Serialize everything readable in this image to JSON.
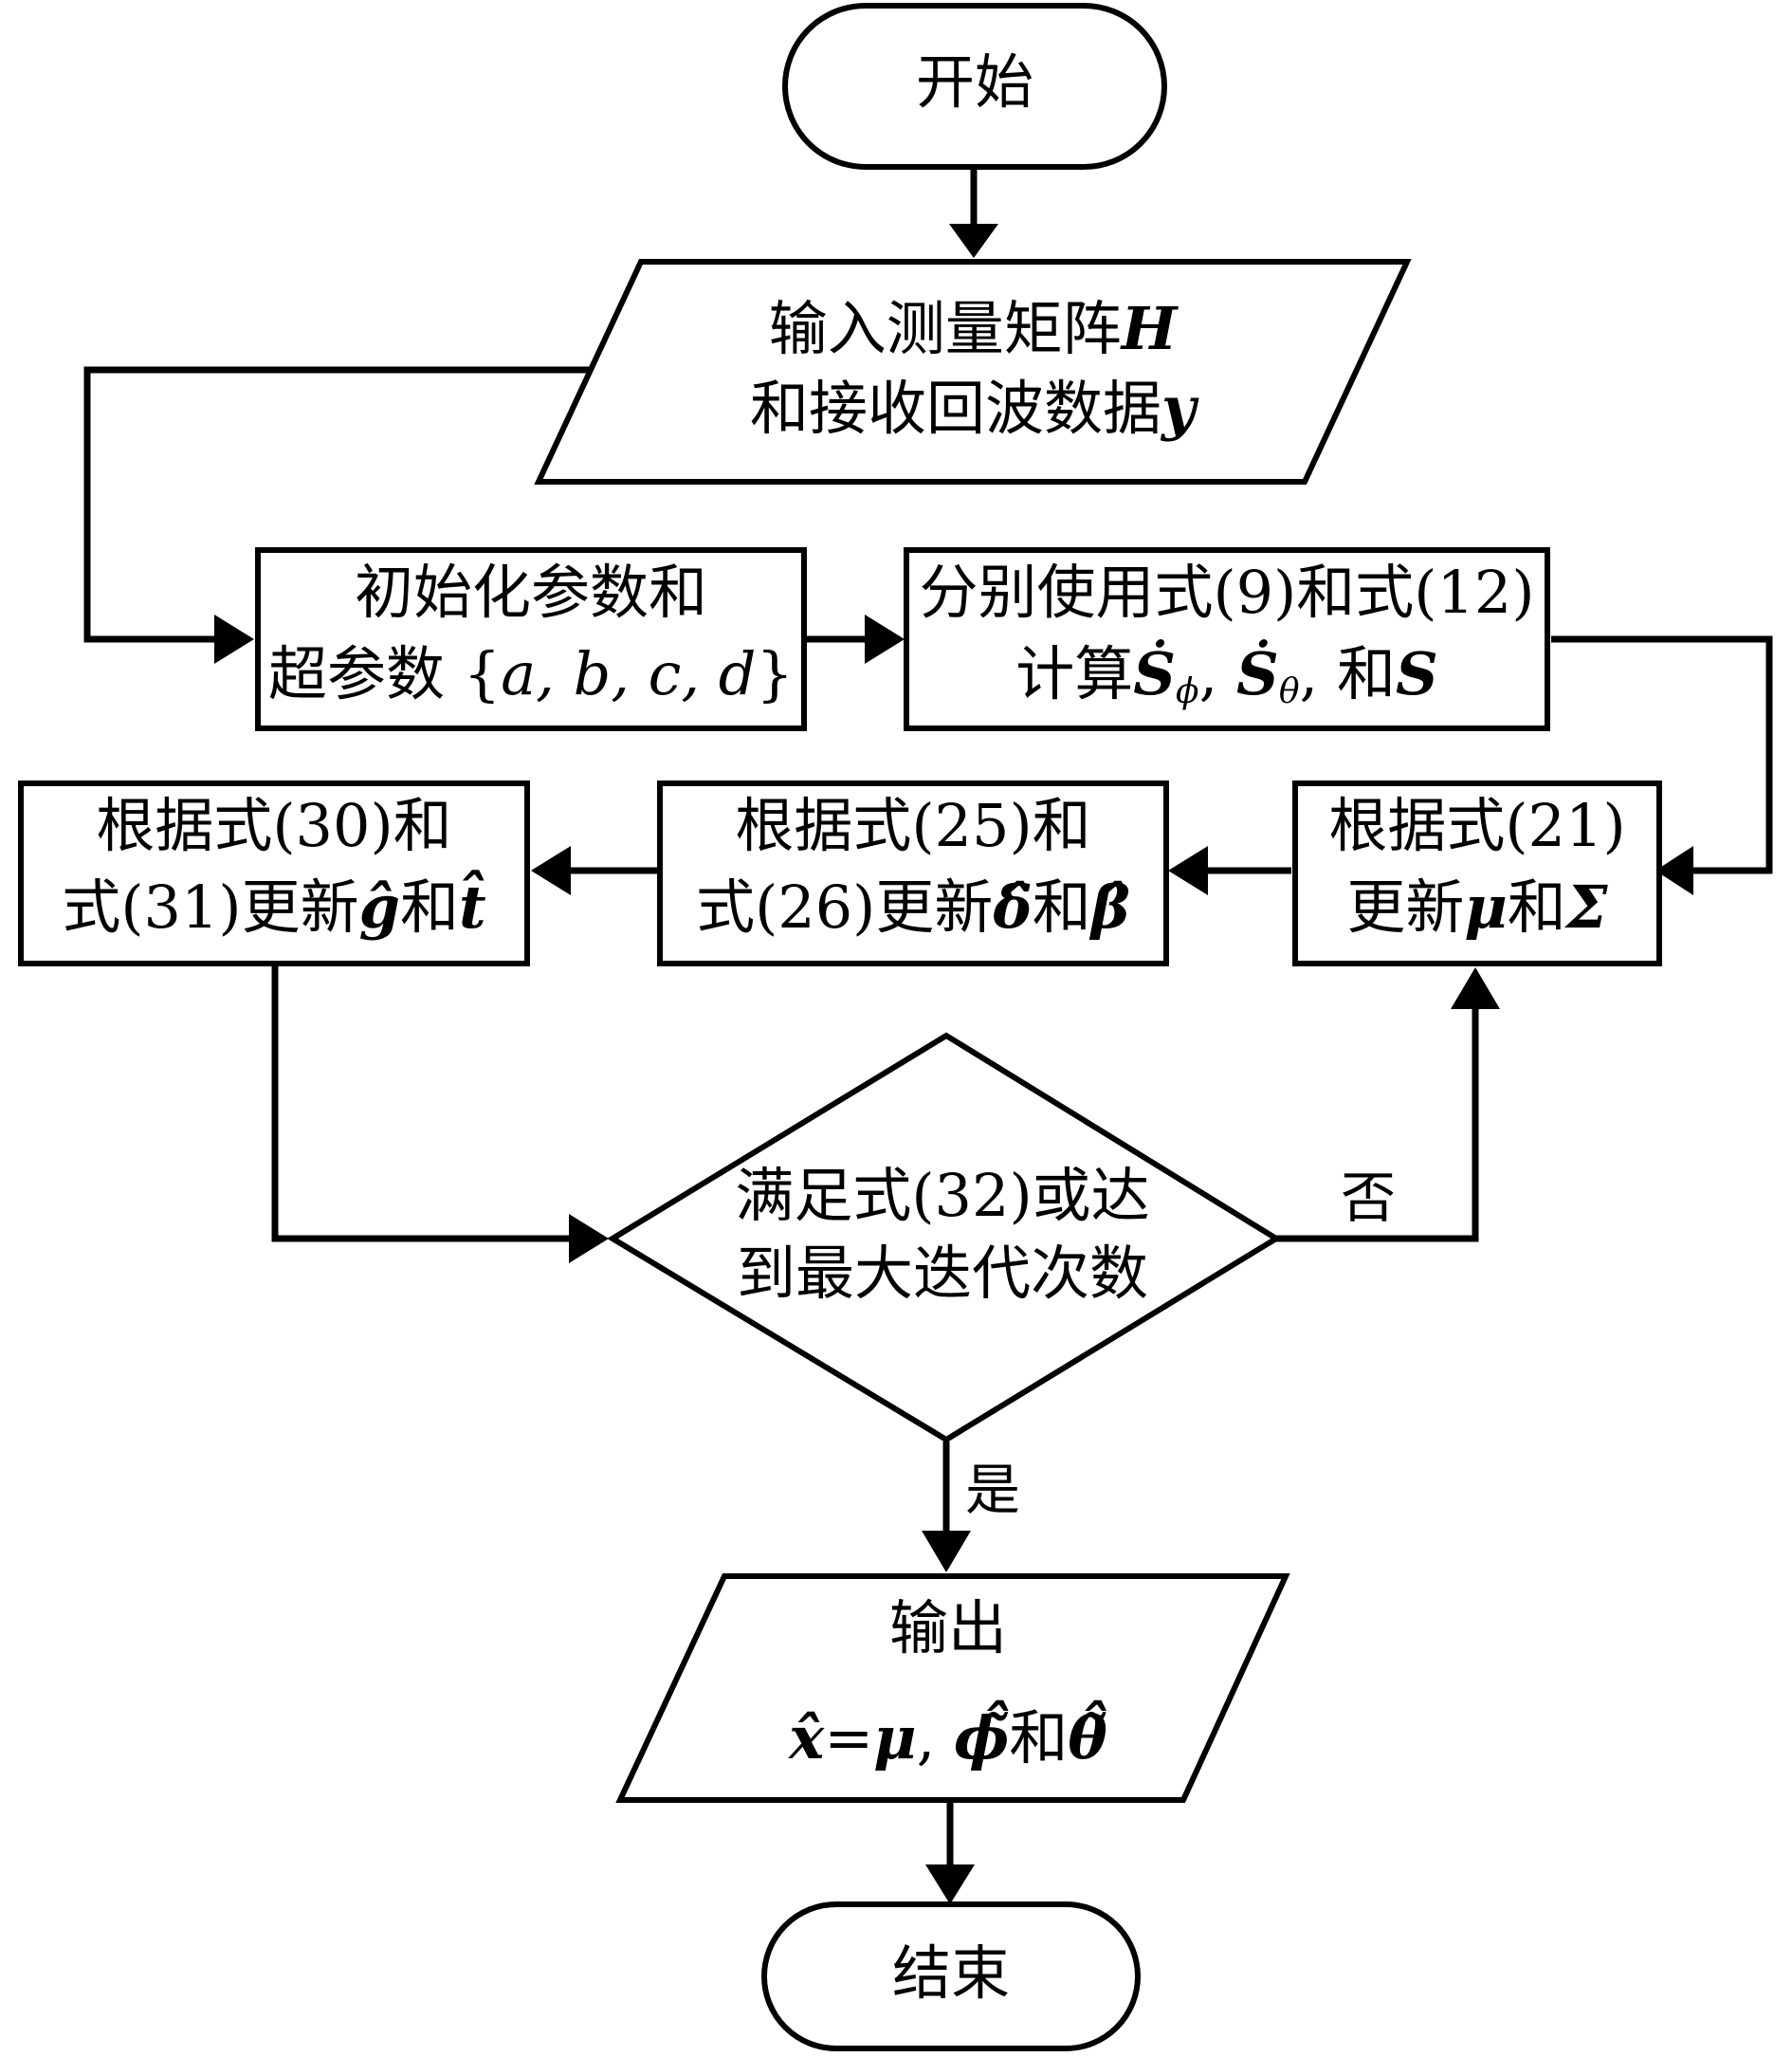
{
  "nodes": {
    "start": {
      "text": "开始"
    },
    "input": {
      "line1": "输入测量矩阵",
      "line1_sym": "H",
      "line2": "和接收回波数据",
      "line2_sym": "y"
    },
    "init": {
      "line1": "初始化参数和",
      "line2_pre": "超参数 {",
      "vars": "a, b, c, d",
      "line2_post": "}"
    },
    "compute_s": {
      "line1": "分别使用式(9)和式(12)",
      "line2_pre": "计算",
      "s_sym": "Ṡ",
      "sub_phi": "ϕ",
      "sub_theta": "θ",
      "sep": ",",
      "and": "和",
      "s_plain": "S"
    },
    "update_mu": {
      "line1": "根据式(21)",
      "line2_pre": "更新",
      "mu": "μ",
      "and": "和",
      "sigma": "Σ"
    },
    "update_delta": {
      "line1": "根据式(25)和",
      "line2_pre": "式(26)更新",
      "delta": "δ̂",
      "and": "和",
      "beta": "β̂"
    },
    "update_g": {
      "line1": "根据式(30)和",
      "line2_pre": "式(31)更新",
      "g": "ĝ",
      "and": "和",
      "t": "t̂"
    },
    "decision": {
      "line1": "满足式(32)或达",
      "line2": "到最大迭代次数"
    },
    "output": {
      "line1": "输出",
      "x": "x̂",
      "eq": "=",
      "mu": "μ",
      "comma": ",",
      "phi": "ϕ̃̂",
      "and": "和",
      "theta": "θ̃̂"
    },
    "end": {
      "text": "结束"
    }
  },
  "edges": {
    "no_label": "否",
    "yes_label": "是"
  },
  "colors": {
    "stroke": "#000000",
    "fill": "#ffffff"
  }
}
